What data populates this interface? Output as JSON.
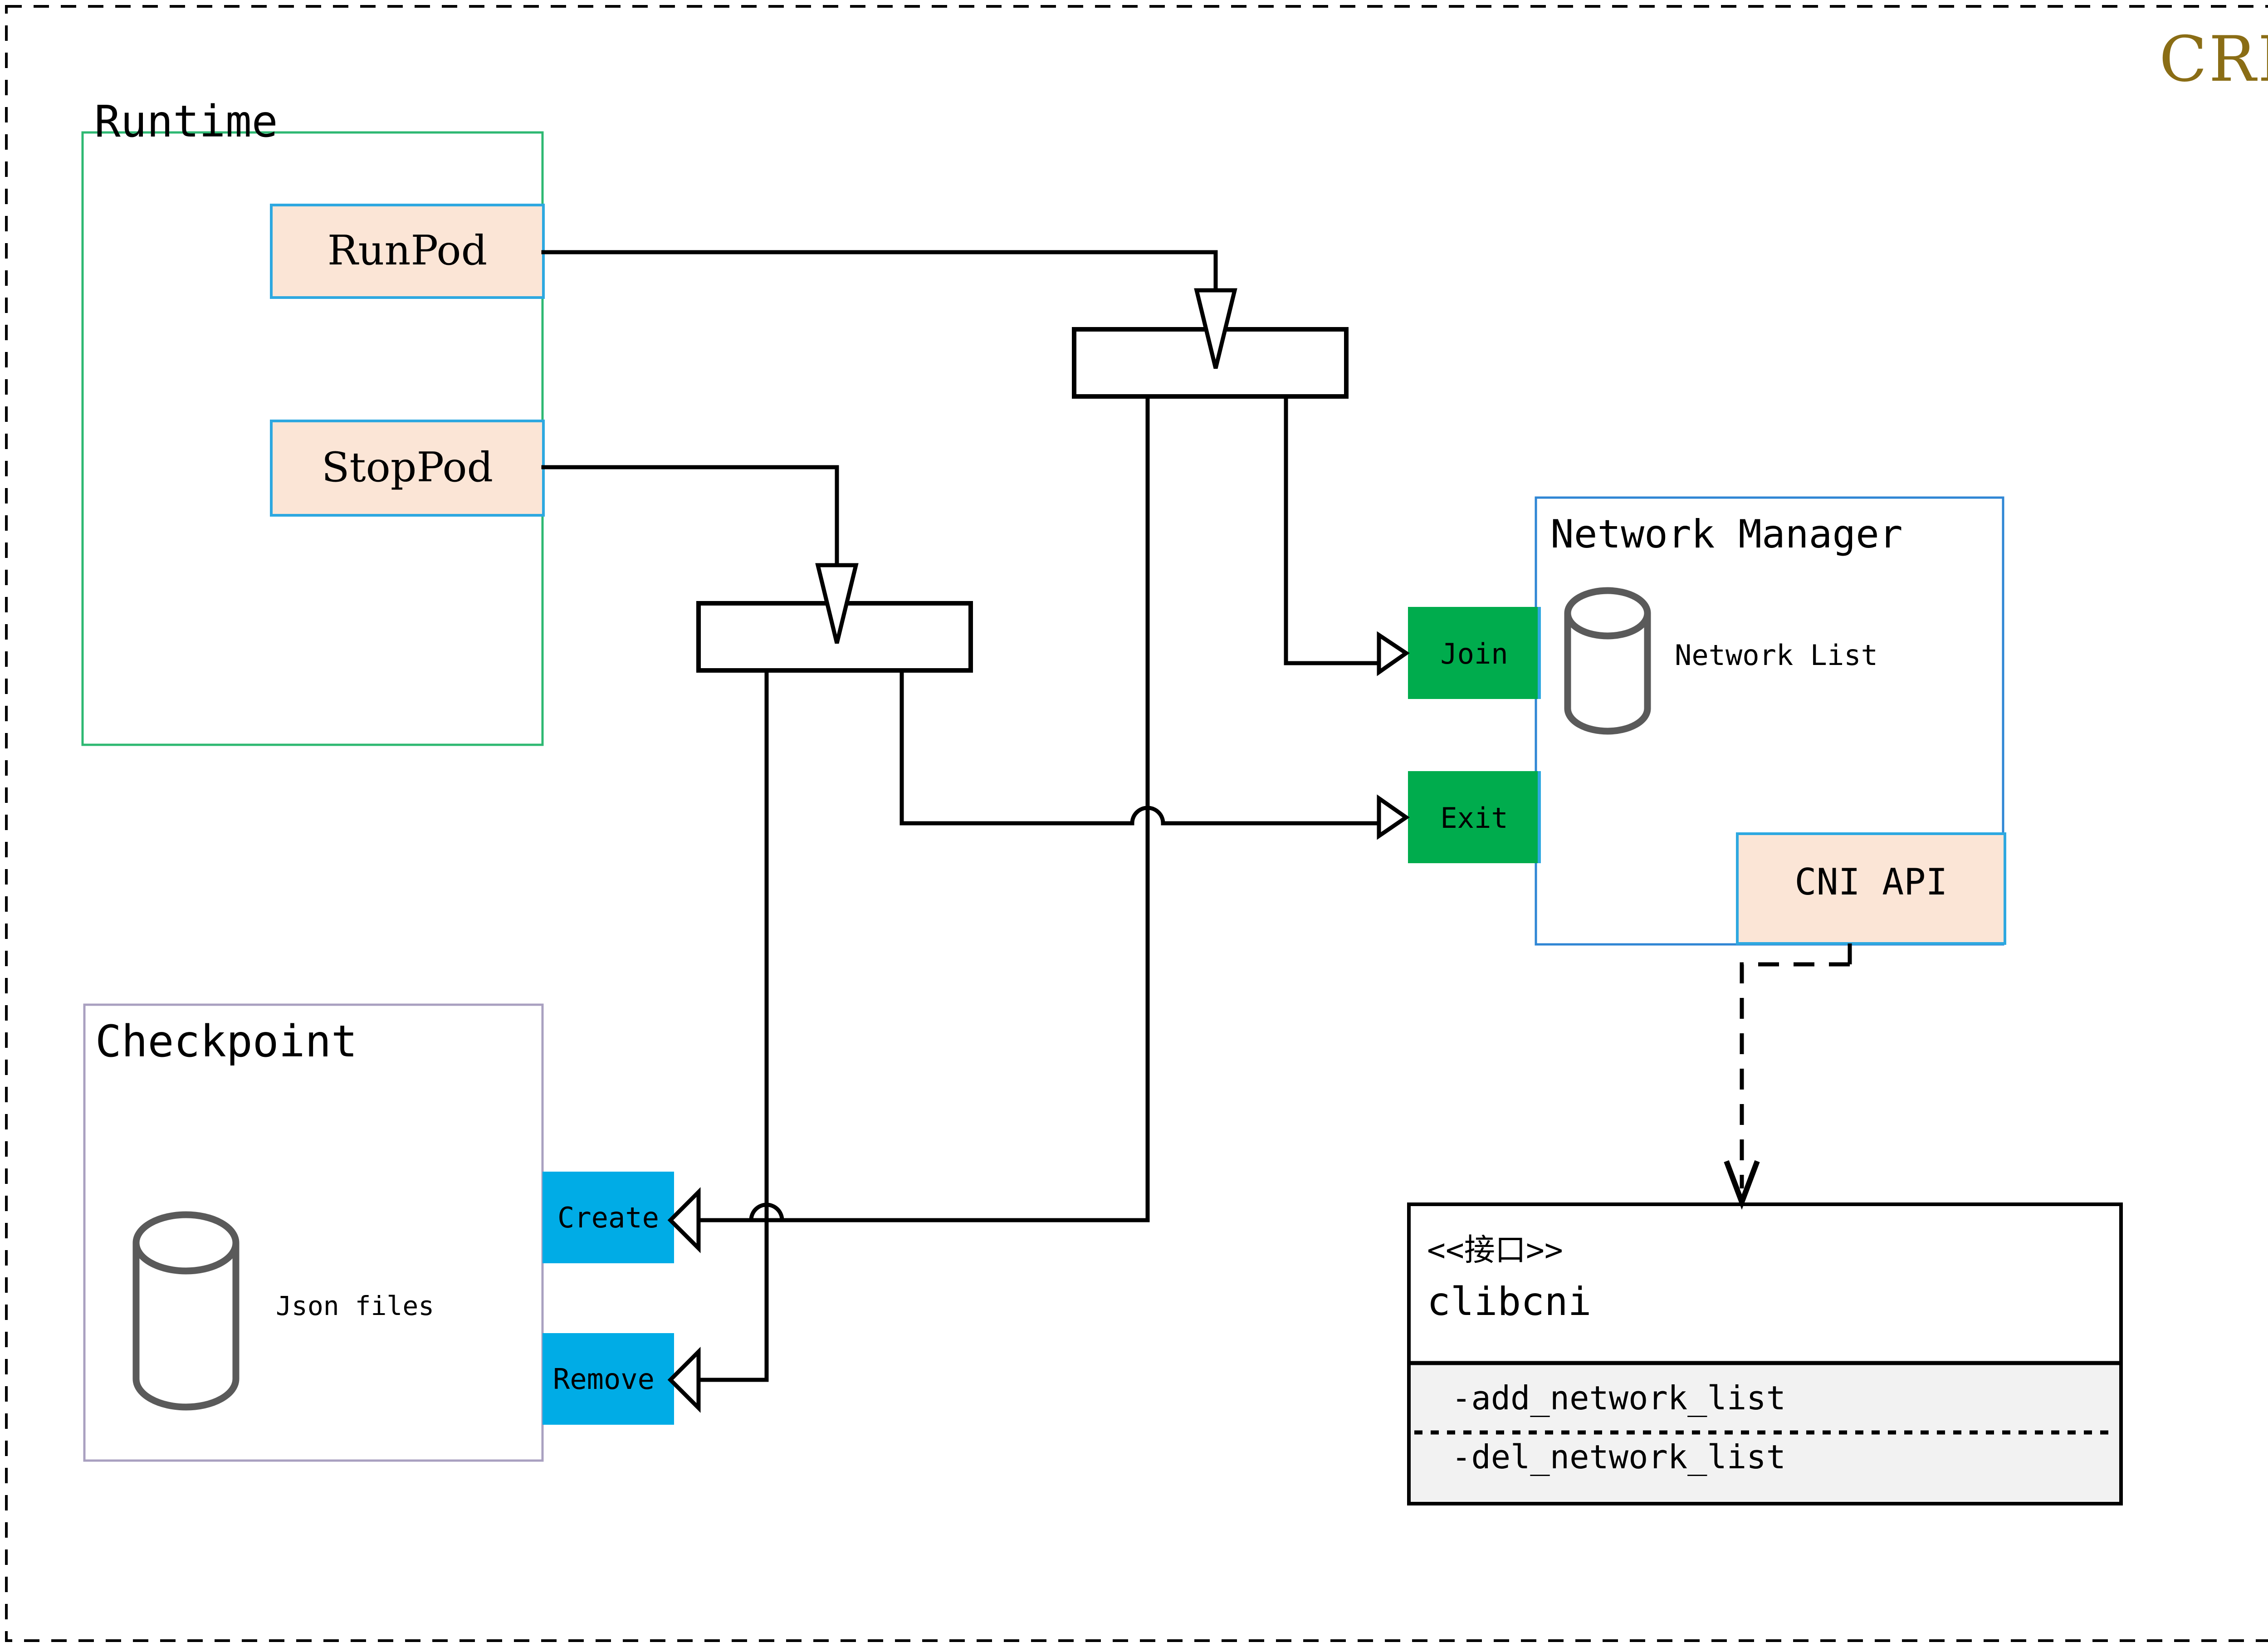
{
  "diagram": {
    "title": "CRI",
    "title_color": "#8a6d15",
    "outer_border": "dashed"
  },
  "palette": {
    "peach_fill": "#fbe5d6",
    "blue_border": "#2ea8e0",
    "green_border": "#2eb872",
    "purple_border": "#a9a0c0",
    "green_fill": "#00ac4d",
    "cyan_fill": "#00ace6",
    "cylinder_stroke": "#5a5a5a",
    "line": "#000000",
    "iface_body_fill": "#f2f2f2"
  },
  "runtime": {
    "label": "Runtime",
    "methods": [
      {
        "label": "RunPod"
      },
      {
        "label": "StopPod"
      }
    ]
  },
  "checkpoint": {
    "label": "Checkpoint",
    "store_label": "Json files",
    "operations": [
      {
        "label": "Create"
      },
      {
        "label": "Remove"
      }
    ]
  },
  "network_manager": {
    "label": "Network Manager",
    "store_label": "Network List",
    "ports": [
      {
        "label": "Join"
      },
      {
        "label": "Exit"
      }
    ],
    "api": {
      "label": "CNI API"
    }
  },
  "interface": {
    "stereotype": "<<接口>>",
    "name": "clibcni",
    "operations": [
      "-add_network_list",
      "-del_network_list"
    ]
  },
  "connectors": [
    {
      "name": "junction-top"
    },
    {
      "name": "junction-bottom"
    }
  ]
}
